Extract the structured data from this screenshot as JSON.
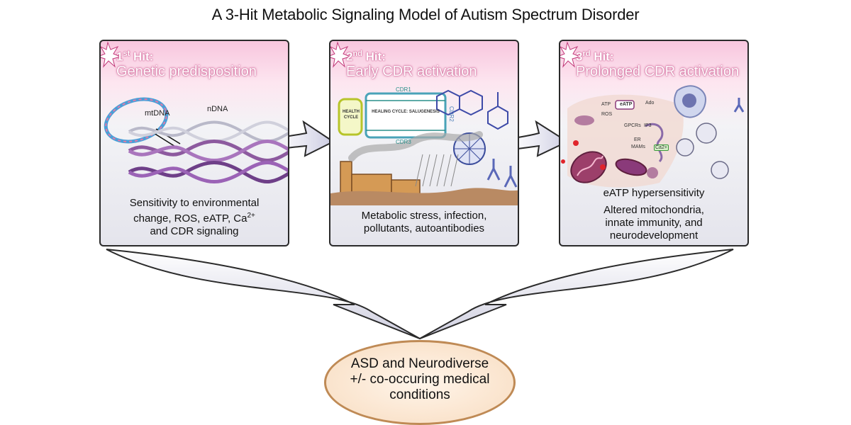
{
  "title": "A 3-Hit Metabolic Signaling Model of Autism Spectrum Disorder",
  "hit1": {
    "ordinal": "1",
    "ordinal_suffix": "st",
    "hit_word": "Hit:",
    "subtitle": "Genetic predisposition",
    "labels": {
      "mtdna": "mtDNA",
      "ndna": "nDNA"
    },
    "desc_line1": "Sensitivity to environmental",
    "desc_line2a": "change, ROS, eATP, Ca",
    "desc_line2_sup": "2+",
    "desc_line3": "and CDR signaling"
  },
  "hit2": {
    "ordinal": "2",
    "ordinal_suffix": "nd",
    "hit_word": "Hit:",
    "subtitle": "Early CDR activation",
    "labels": {
      "cdr1": "CDR1",
      "cdr2": "CDR2",
      "cdr3": "CDR3",
      "health_cycle": "HEALTH CYCLE",
      "healing_cycle": "HEALING CYCLE: SALUGENESIS"
    },
    "desc_line1": "Metabolic stress, infection,",
    "desc_line2": "pollutants, autoantibodies"
  },
  "hit3": {
    "ordinal": "3",
    "ordinal_suffix": "rd",
    "hit_word": "Hit:",
    "subtitle": "Prolonged CDR activation",
    "labels": {
      "atp": "ATP",
      "eatp": "eATP",
      "ado": "Ado",
      "ros": "ROS",
      "gpcrs": "GPCRs",
      "ip3": "IP3",
      "er": "ER",
      "mams": "MAMs",
      "ca": "Ca2+"
    },
    "desc_head": "eATP hypersensitivity",
    "desc_line1": "Altered mitochondria,",
    "desc_line2": "innate immunity, and",
    "desc_line3": "neurodevelopment"
  },
  "outcome": {
    "line1": "ASD and Neurodiverse",
    "line2": "+/- co-occuring medical",
    "line3": "conditions"
  },
  "colors": {
    "hit_glow": "#c23a7a",
    "panel_border": "#2a2a2a",
    "outcome_border": "#bf8a55",
    "outcome_fill": "#f8dcc0",
    "arrow": "#c8c8de"
  }
}
